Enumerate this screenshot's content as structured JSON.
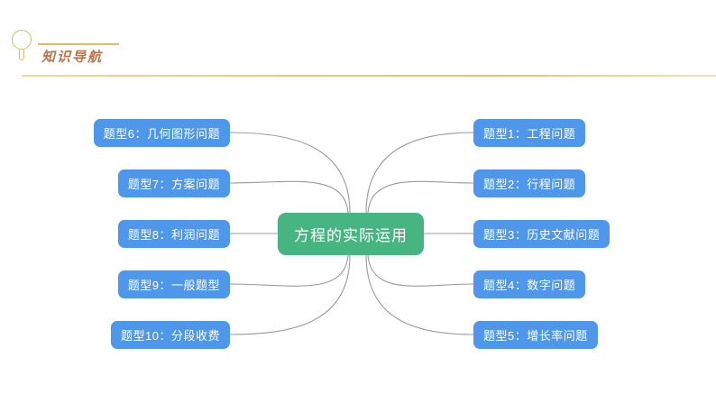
{
  "header": {
    "icon": "magnifier-icon",
    "title": "知识导航",
    "accent_color": "#c0714a",
    "rule_color": "#e0bb63"
  },
  "mindmap": {
    "center": {
      "label": "方程的实际运用",
      "color": "#46b581",
      "text_color": "#ffffff"
    },
    "branch_color": "#4f97ea",
    "connector_color": "#9a9a9a",
    "right_nodes": [
      {
        "label": "题型1：工程问题"
      },
      {
        "label": "题型2：行程问题"
      },
      {
        "label": "题型3：历史文献问题"
      },
      {
        "label": "题型4：数字问题"
      },
      {
        "label": "题型5：增长率问题"
      }
    ],
    "left_nodes": [
      {
        "label": "题型6：几何图形问题"
      },
      {
        "label": "题型7：方案问题"
      },
      {
        "label": "题型8：利润问题"
      },
      {
        "label": "题型9：一般题型"
      },
      {
        "label": "题型10：分段收费"
      }
    ]
  }
}
